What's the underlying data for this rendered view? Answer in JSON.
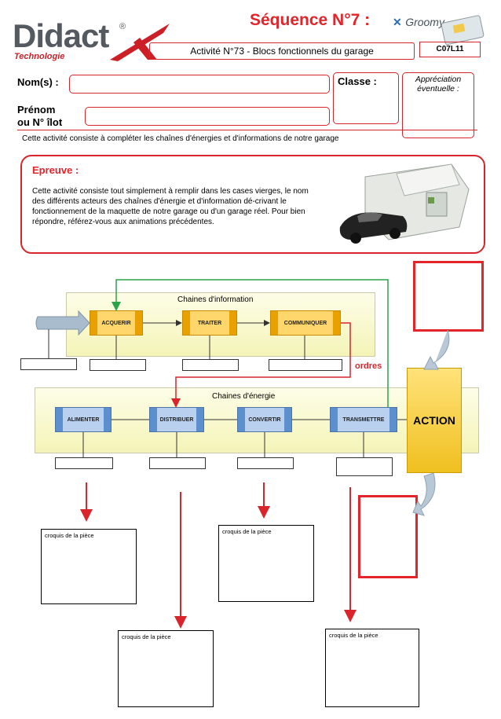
{
  "header": {
    "logo_main": "Didact",
    "logo_reg": "®",
    "logo_sub": "Technologie",
    "sequence": "Séquence N°7 :",
    "brand": "Groomy",
    "activity": "Activité N°73 - Blocs fonctionnels du garage",
    "code": "C07L11"
  },
  "form": {
    "name_label": "Nom(s) :",
    "class_label": "Classe :",
    "firstname_label_1": "Prénom",
    "firstname_label_2": "ou N° îlot",
    "appreciation": "Appréciation éventuelle :"
  },
  "intro": "Cette activité consiste à compléter les chaînes d'énergies et d'informations de notre garage",
  "epreuve": {
    "title": "Epreuve :",
    "text": "Cette activité consiste tout simplement à remplir dans les cases vierges, le nom des différents acteurs des chaînes d'énergie et d'information dé-crivant le fonctionnement de la maquette de notre garage ou d'un garage réel. Pour bien répondre, référez-vous aux animations précédentes."
  },
  "diagram": {
    "info_title": "Chaines d'information",
    "info_blocks": [
      "ACQUERIR",
      "TRAITER",
      "COMMUNIQUER"
    ],
    "energy_title": "Chaines d'énergie",
    "energy_blocks": [
      "ALIMENTER",
      "DISTRIBUER",
      "CONVERTIR",
      "TRANSMETTRE"
    ],
    "orders": "ordres",
    "action": "ACTION",
    "sketch_label": "croquis de la pièce"
  },
  "colors": {
    "accent": "#e3242b",
    "info": "#ffd66b",
    "energy": "#b9d0ee",
    "action": "#f0c020"
  }
}
